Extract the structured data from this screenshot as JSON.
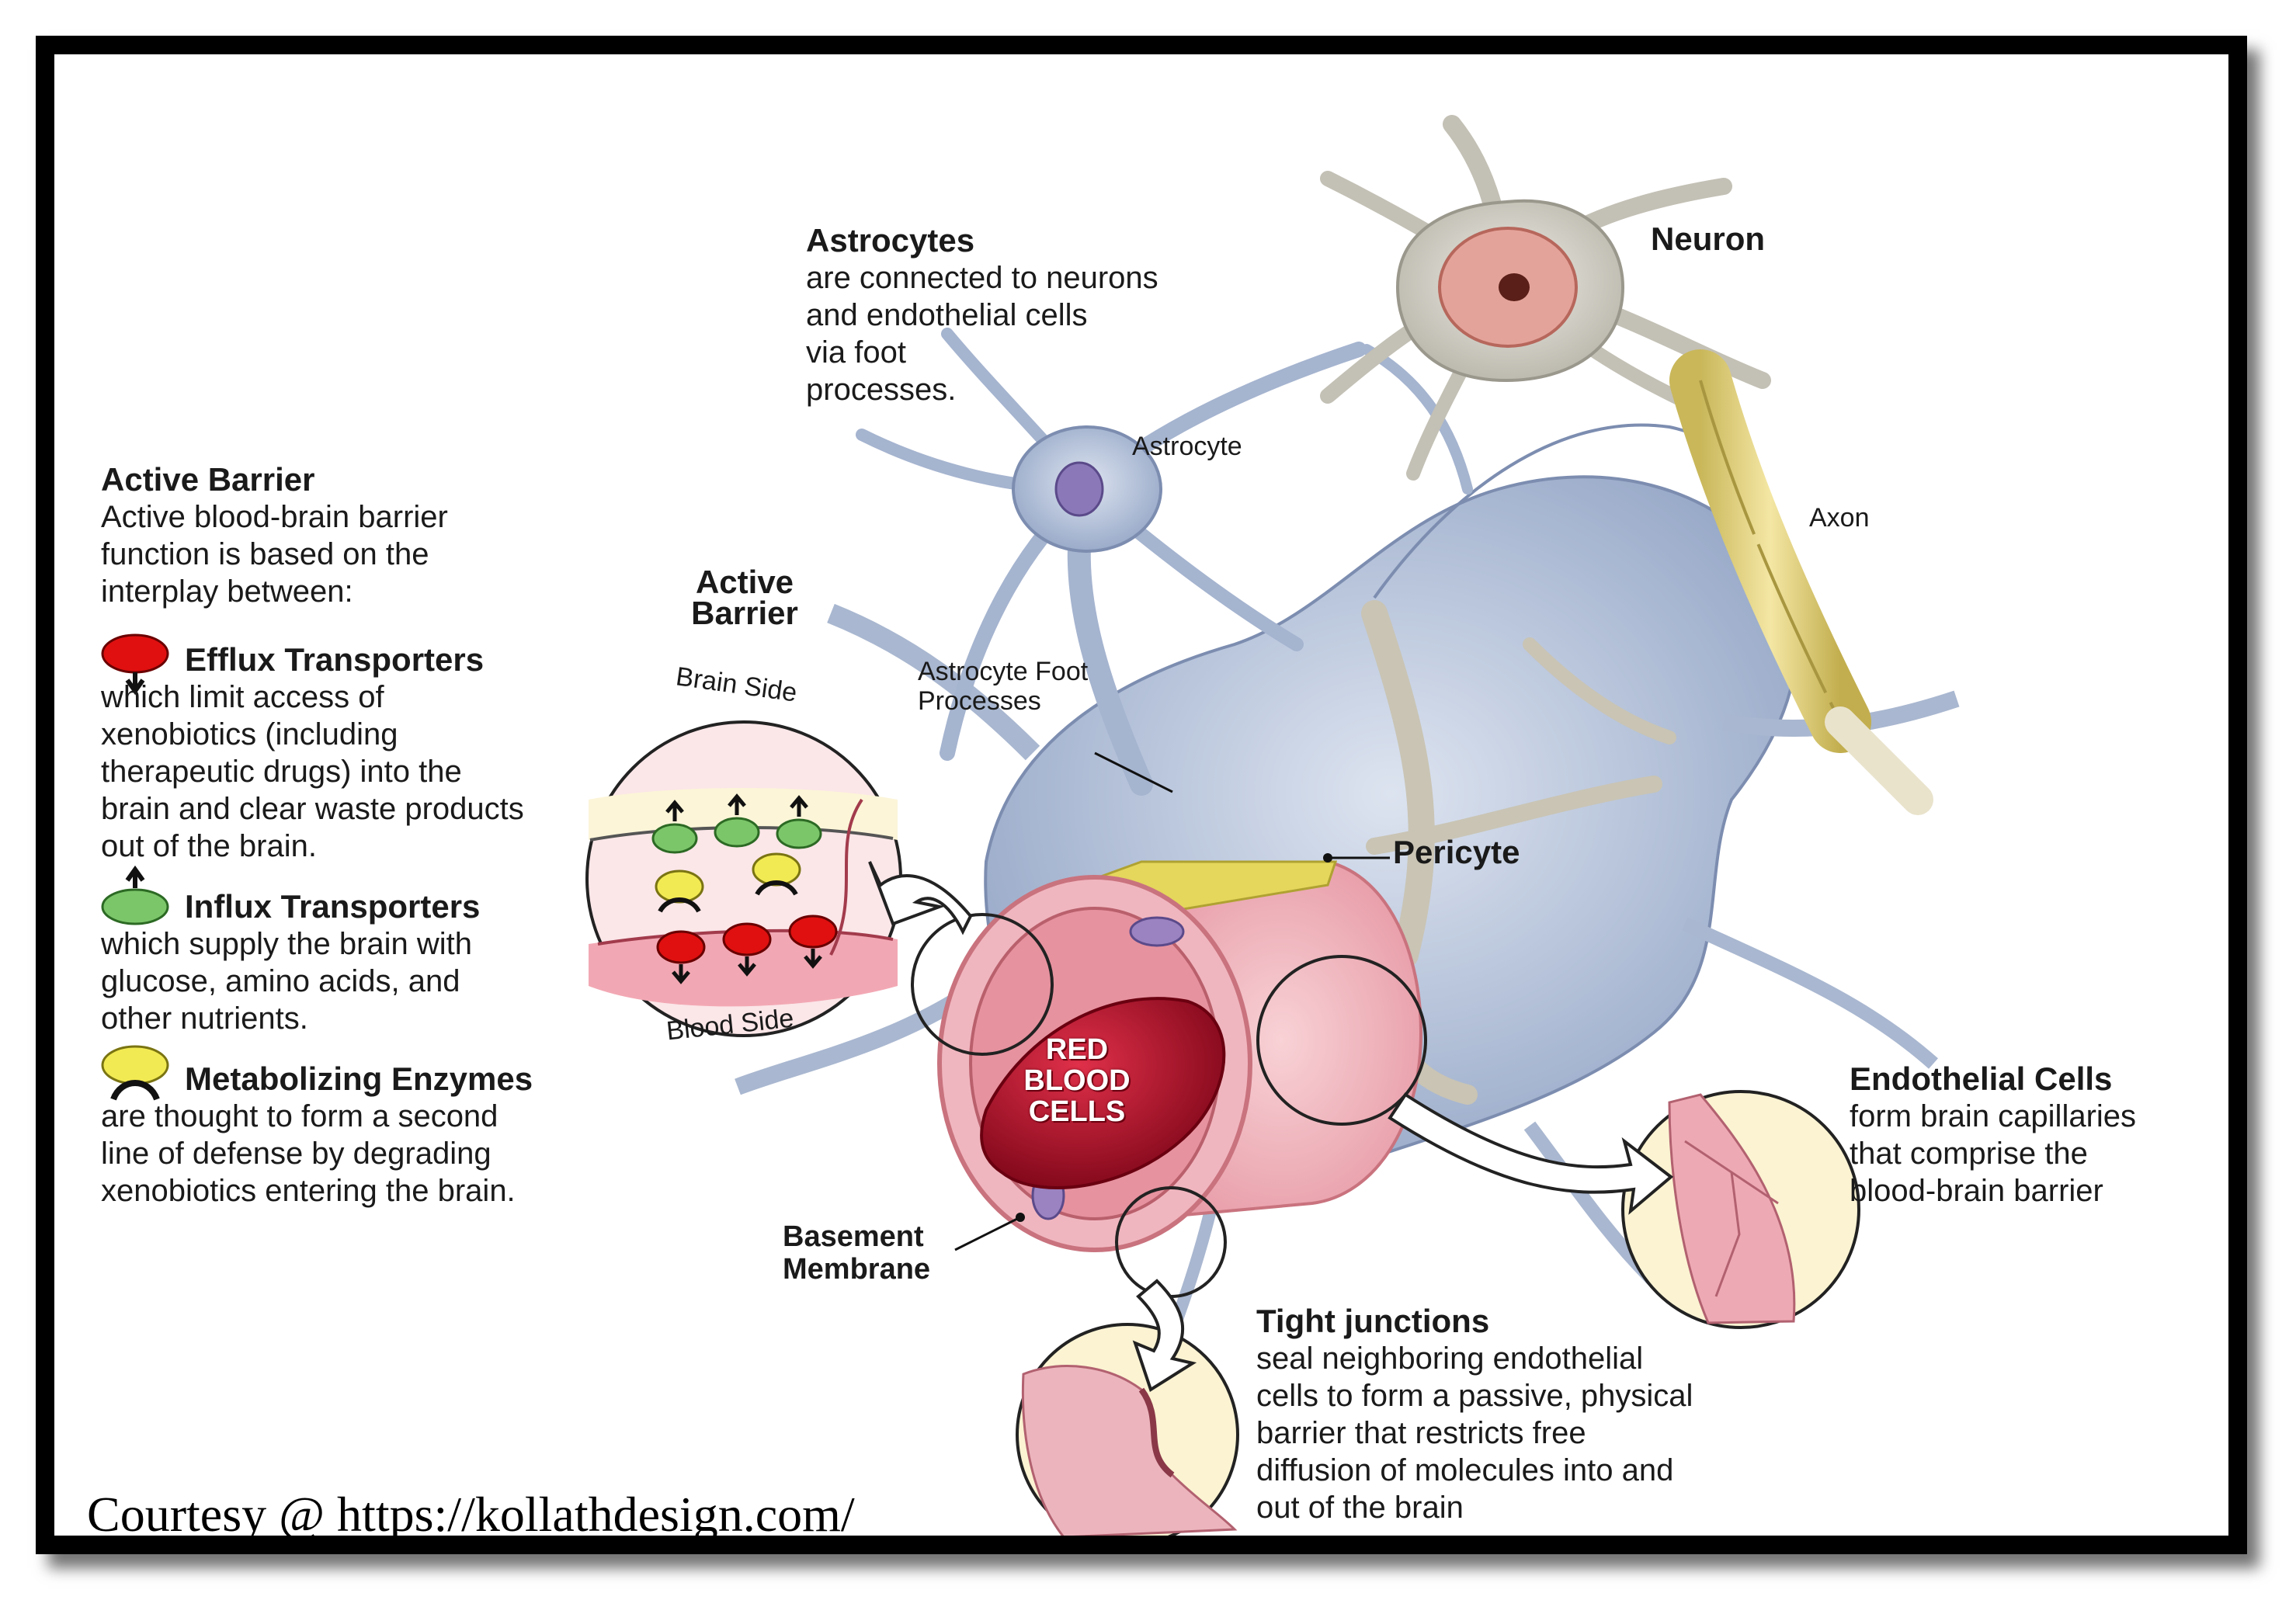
{
  "astrocytes": {
    "title": "Astrocytes",
    "lines": [
      "are connected to neurons",
      "and endothelial cells",
      "via foot",
      "processes."
    ]
  },
  "labels": {
    "neuron": "Neuron",
    "astrocyte": "Astrocyte",
    "axon": "Axon",
    "astrocyte_foot_1": "Astrocyte Foot",
    "astrocyte_foot_2": "Processes",
    "pericyte": "Pericyte",
    "basement_1": "Basement",
    "basement_2": "Membrane",
    "rbc_1": "RED",
    "rbc_2": "BLOOD",
    "rbc_3": "CELLS"
  },
  "active_barrier_inset": {
    "title_1": "Active",
    "title_2": "Barrier",
    "brain_side": "Brain Side",
    "blood_side": "Blood Side"
  },
  "active_barrier": {
    "title": "Active Barrier",
    "lines": [
      "Active blood-brain barrier",
      "function is based on the",
      "interplay between:"
    ]
  },
  "efflux": {
    "title": "Efflux Transporters",
    "lines": [
      "which limit access of",
      "xenobiotics (including",
      "therapeutic drugs) into the",
      "brain and clear waste products",
      "out of the brain."
    ]
  },
  "influx": {
    "title": "Influx Transporters",
    "lines": [
      "which supply the brain with",
      "glucose, amino acids, and",
      "other nutrients."
    ]
  },
  "enzymes": {
    "title": "Metabolizing Enzymes",
    "lines": [
      "are thought to form a second",
      "line of defense by degrading",
      "xenobiotics entering the brain."
    ]
  },
  "endothelial": {
    "title": "Endothelial Cells",
    "lines": [
      "form brain capillaries",
      "that comprise the",
      "blood-brain barrier"
    ]
  },
  "tight": {
    "title": "Tight junctions",
    "lines": [
      "seal neighboring endothelial",
      "cells to form a passive, physical",
      "barrier that restricts free",
      "diffusion of molecules into and",
      "out of the brain"
    ]
  },
  "courtesy": "Courtesy @ https://kollathdesign.com/",
  "colors": {
    "efflux": "#e01010",
    "influx": "#7cc66a",
    "enzyme": "#f2ea52",
    "endothelium": "#f2b8c0",
    "astrocyte": "#b4c2da",
    "neuron": "#d8d6cc",
    "axon": "#ecdc8a",
    "rbc": "#b4112a"
  }
}
